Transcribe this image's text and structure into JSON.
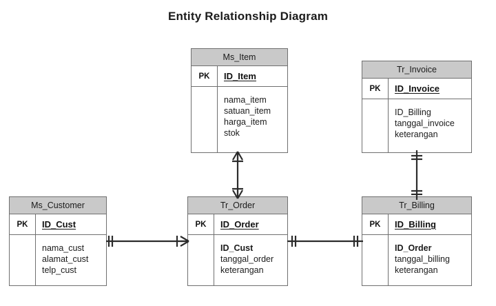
{
  "title": "Entity Relationship Diagram",
  "colors": {
    "header_fill": "#c9c9c9",
    "border": "#6f6f6f",
    "text": "#1b1b1b",
    "background": "#ffffff",
    "connector": "#2b2b2b"
  },
  "entities": [
    {
      "id": "ms_item",
      "name": "Ms_Item",
      "pk_label": "PK",
      "pk_field": "ID_Item",
      "attributes": [
        {
          "name": "nama_item",
          "foreign_key": false
        },
        {
          "name": "satuan_item",
          "foreign_key": false
        },
        {
          "name": "harga_item",
          "foreign_key": false
        },
        {
          "name": "stok",
          "foreign_key": false
        }
      ]
    },
    {
      "id": "tr_invoice",
      "name": "Tr_Invoice",
      "pk_label": "PK",
      "pk_field": "ID_Invoice",
      "attributes": [
        {
          "name": "ID_Billing",
          "foreign_key": false
        },
        {
          "name": "tanggal_invoice",
          "foreign_key": false
        },
        {
          "name": "keterangan",
          "foreign_key": false
        }
      ]
    },
    {
      "id": "ms_customer",
      "name": "Ms_Customer",
      "pk_label": "PK",
      "pk_field": "ID_Cust",
      "attributes": [
        {
          "name": "nama_cust",
          "foreign_key": false
        },
        {
          "name": "alamat_cust",
          "foreign_key": false
        },
        {
          "name": "telp_cust",
          "foreign_key": false
        }
      ]
    },
    {
      "id": "tr_order",
      "name": "Tr_Order",
      "pk_label": "PK",
      "pk_field": "ID_Order",
      "attributes": [
        {
          "name": "ID_Cust",
          "foreign_key": true
        },
        {
          "name": "tanggal_order",
          "foreign_key": false
        },
        {
          "name": "keterangan",
          "foreign_key": false
        }
      ]
    },
    {
      "id": "tr_billing",
      "name": "Tr_Billing",
      "pk_label": "PK",
      "pk_field": "ID_Billing",
      "attributes": [
        {
          "name": "ID_Order",
          "foreign_key": true
        },
        {
          "name": "tanggal_billing",
          "foreign_key": false
        },
        {
          "name": "keterangan",
          "foreign_key": false
        }
      ]
    }
  ],
  "relationships": [
    {
      "id": "item_order",
      "from": "Ms_Item",
      "to": "Tr_Order",
      "orientation": "vertical",
      "from_cardinality": "many",
      "to_cardinality": "many",
      "notation": "crows-foot"
    },
    {
      "id": "invoice_billing",
      "from": "Tr_Invoice",
      "to": "Tr_Billing",
      "orientation": "vertical",
      "from_cardinality": "one",
      "to_cardinality": "one",
      "notation": "crows-foot"
    },
    {
      "id": "customer_order",
      "from": "Ms_Customer",
      "to": "Tr_Order",
      "orientation": "horizontal",
      "from_cardinality": "one",
      "to_cardinality": "many",
      "notation": "crows-foot"
    },
    {
      "id": "order_billing",
      "from": "Tr_Order",
      "to": "Tr_Billing",
      "orientation": "horizontal",
      "from_cardinality": "one",
      "to_cardinality": "one",
      "notation": "crows-foot"
    }
  ]
}
